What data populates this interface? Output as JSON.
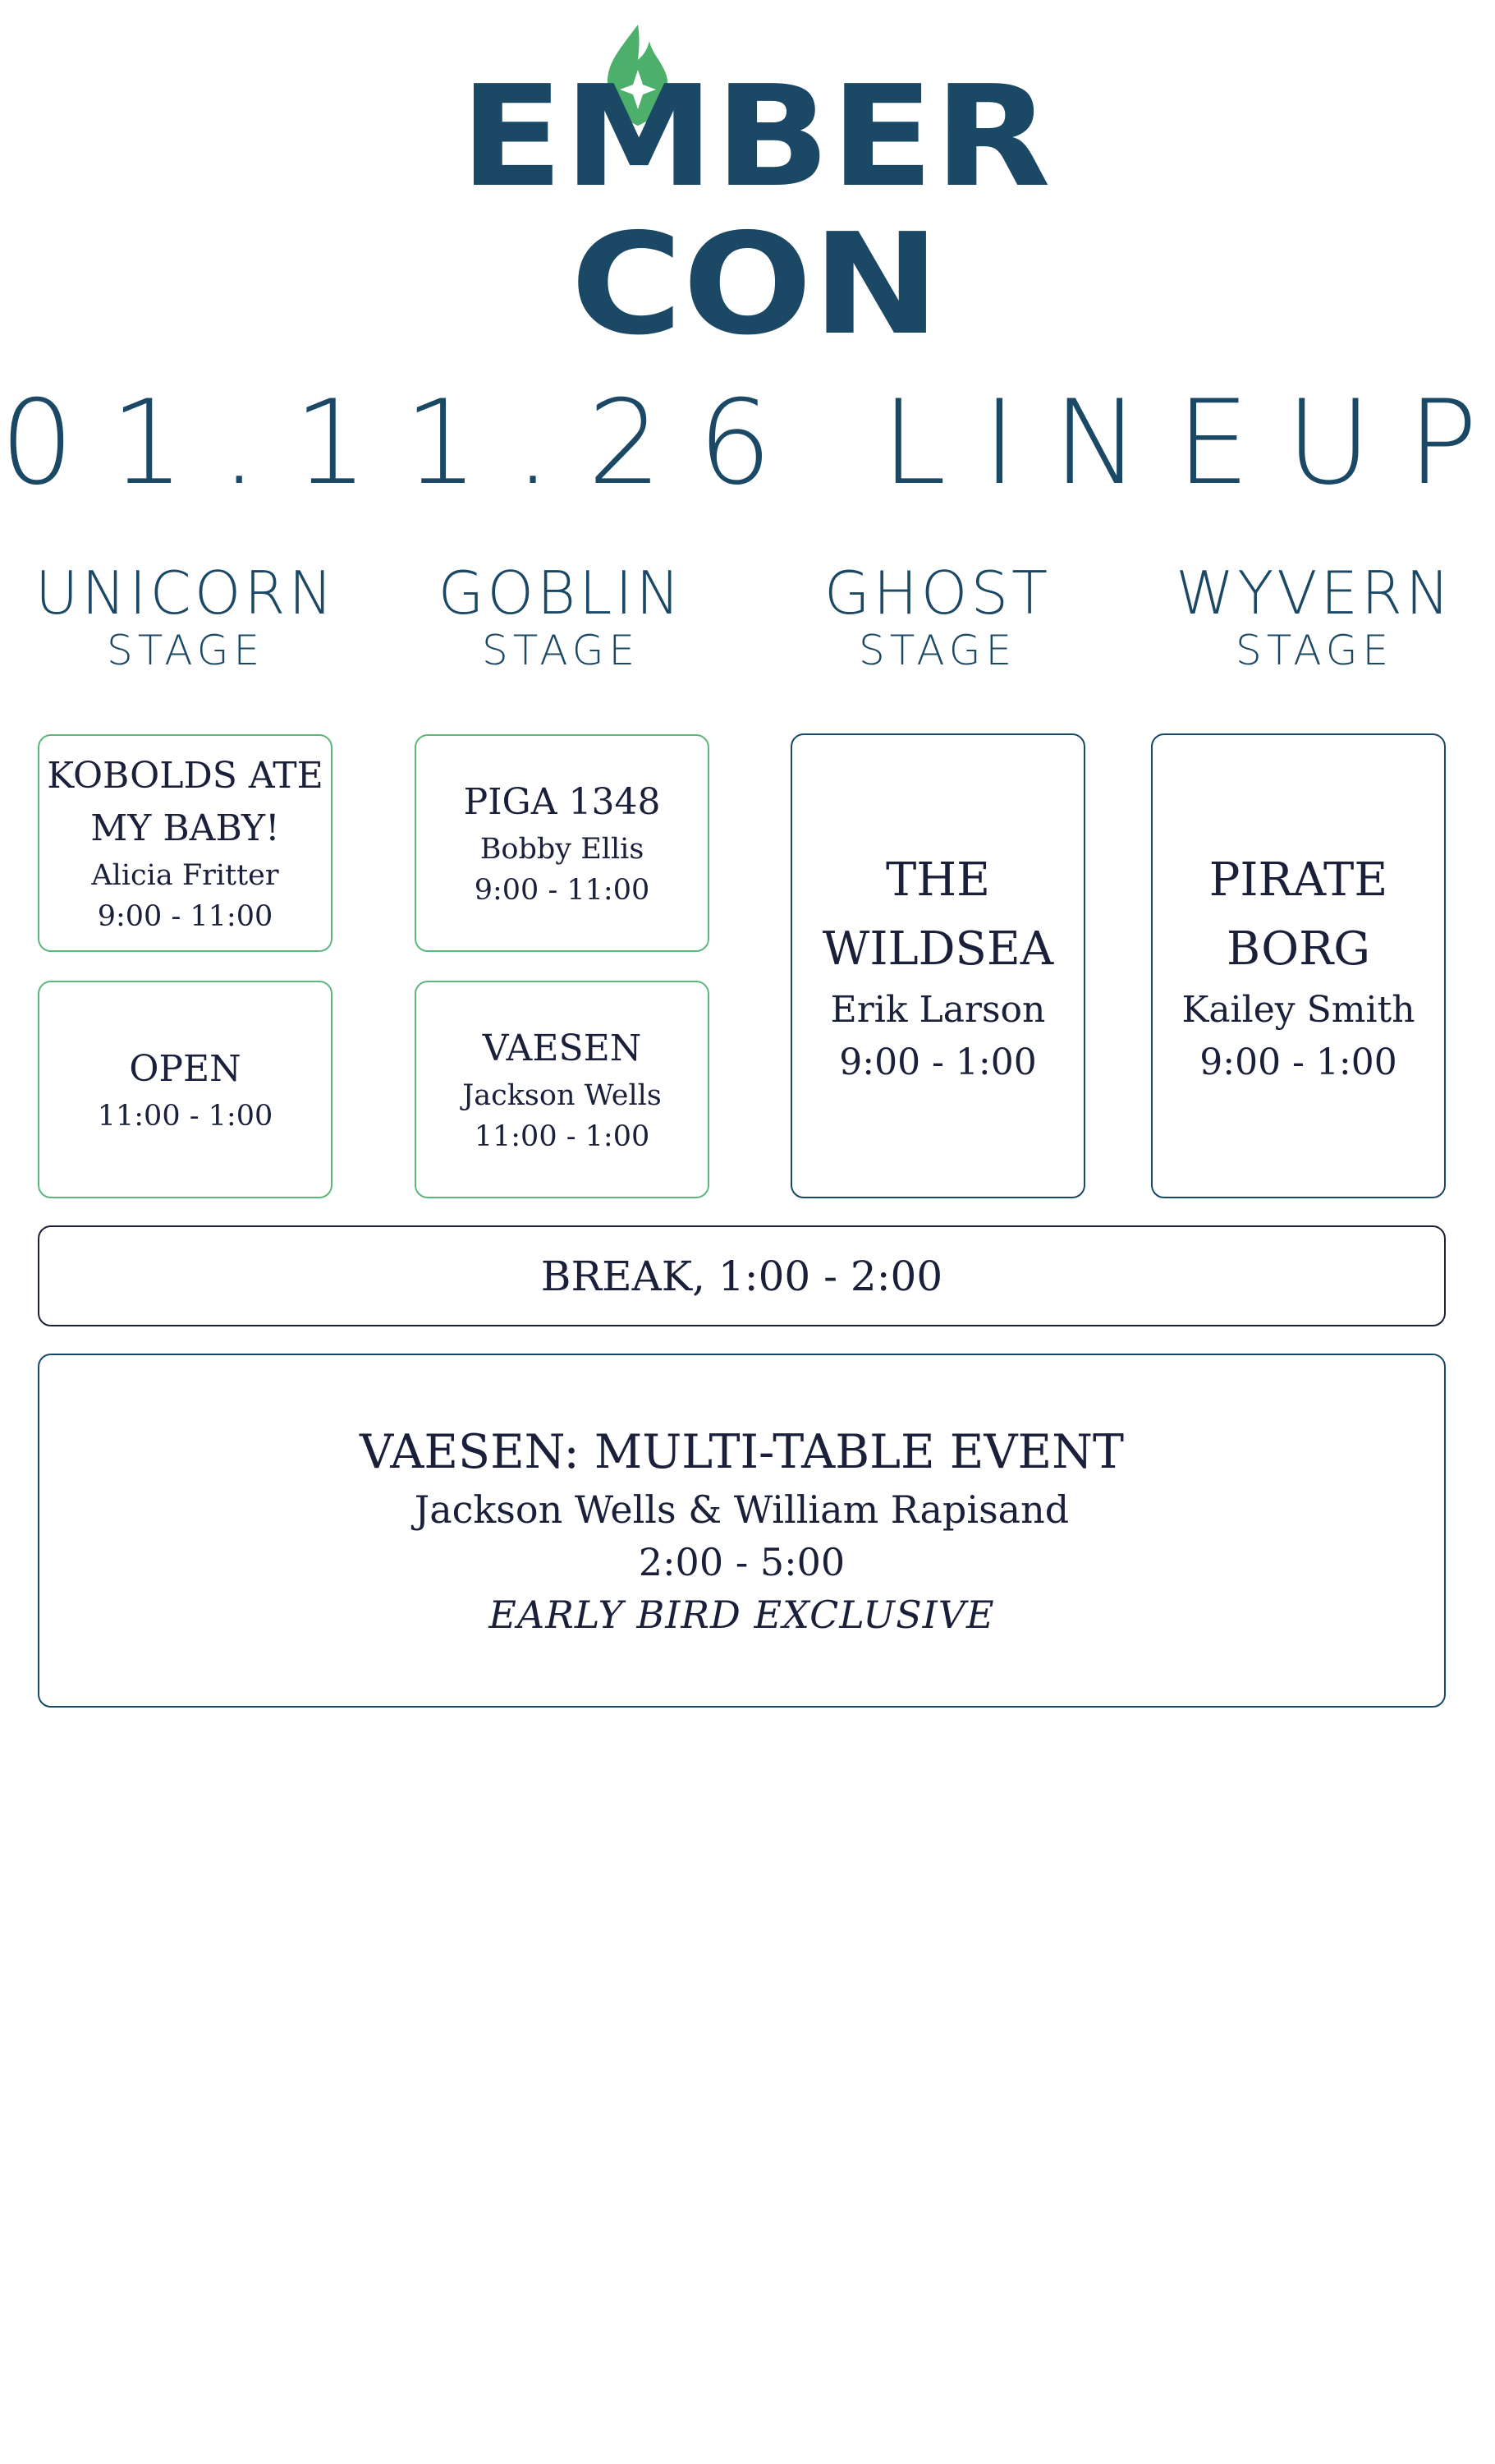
{
  "logo": {
    "line1": "EMBER",
    "line2": "CON",
    "flame_color": "#4caf6a",
    "text_color": "#1b4965"
  },
  "title": "01.11.26 LINEUP",
  "stages": [
    {
      "name": "UNICORN",
      "sub": "STAGE"
    },
    {
      "name": "GOBLIN",
      "sub": "STAGE"
    },
    {
      "name": "GHOST",
      "sub": "STAGE"
    },
    {
      "name": "WYVERN",
      "sub": "STAGE"
    }
  ],
  "sessions": {
    "unicorn_1": {
      "title_a": "KOBOLDS ATE",
      "title_b": "MY BABY!",
      "host": "Alicia Fritter",
      "time": "9:00 - 11:00"
    },
    "unicorn_2": {
      "title": "OPEN",
      "time": "11:00 - 1:00"
    },
    "goblin_1": {
      "title": "PIGA 1348",
      "host": "Bobby Ellis",
      "time": "9:00 - 11:00"
    },
    "goblin_2": {
      "title": "VAESEN",
      "host": "Jackson Wells",
      "time": "11:00 - 1:00"
    },
    "ghost_1": {
      "title_a": "THE",
      "title_b": "WILDSEA",
      "host": "Erik Larson",
      "time": "9:00 - 1:00"
    },
    "wyvern_1": {
      "title_a": "PIRATE",
      "title_b": "BORG",
      "host": "Kailey Smith",
      "time": "9:00 - 1:00"
    }
  },
  "break": {
    "label": "BREAK, 1:00 - 2:00"
  },
  "event": {
    "title": "VAESEN: MULTI-TABLE EVENT",
    "hosts": "Jackson Wells & William Rapisand",
    "time": "2:00 - 5:00",
    "note": "EARLY BIRD EXCLUSIVE"
  },
  "colors": {
    "navy": "#1b4965",
    "green_border": "#5cb87a",
    "dark_text": "#1a1f3a"
  }
}
